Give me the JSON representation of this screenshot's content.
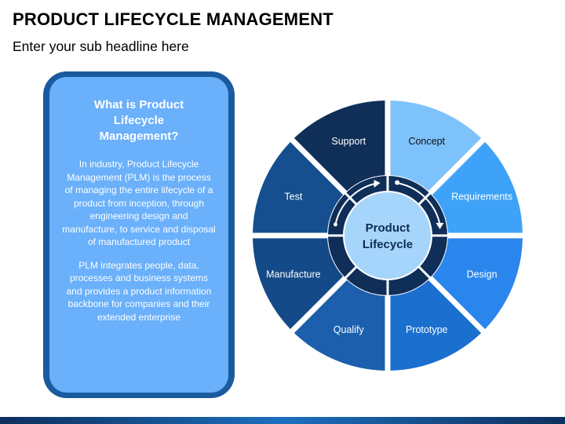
{
  "header": {
    "title": "PRODUCT LIFECYCLE MANAGEMENT",
    "subtitle": "Enter your sub headline here"
  },
  "info_box": {
    "heading": "What is Product Lifecycle Management?",
    "paragraph_1": "In industry, Product Lifecycle Management (PLM) is the process of managing the entire lifecycle of a product from inception, through engineering design and manufacture, to service and disposal of manufactured product",
    "paragraph_2": "PLM integrates people, data, processes and business systems and provides a product information backbone for companies and their extended enterprise"
  },
  "diagram": {
    "center_line_1": "Product",
    "center_line_2": "Lifecycle",
    "segments": [
      {
        "label": "Concept",
        "color": "#7ec2fb",
        "text_color": "#111111"
      },
      {
        "label": "Requirements",
        "color": "#3ea3f8",
        "text_color": "#ffffff"
      },
      {
        "label": "Design",
        "color": "#2a86ec",
        "text_color": "#ffffff"
      },
      {
        "label": "Prototype",
        "color": "#1b6fcf",
        "text_color": "#ffffff"
      },
      {
        "label": "Qualify",
        "color": "#1b5fad",
        "text_color": "#ffffff"
      },
      {
        "label": "Manufacture",
        "color": "#154a88",
        "text_color": "#ffffff"
      },
      {
        "label": "Test",
        "color": "#154f8f",
        "text_color": "#ffffff"
      },
      {
        "label": "Support",
        "color": "#0f2e58",
        "text_color": "#ffffff"
      }
    ],
    "colors": {
      "ring": "#0f2e58",
      "center_fill": "#a6d5fb",
      "info_border": "#1a5a9e",
      "info_fill": "#6ab0fa"
    }
  }
}
